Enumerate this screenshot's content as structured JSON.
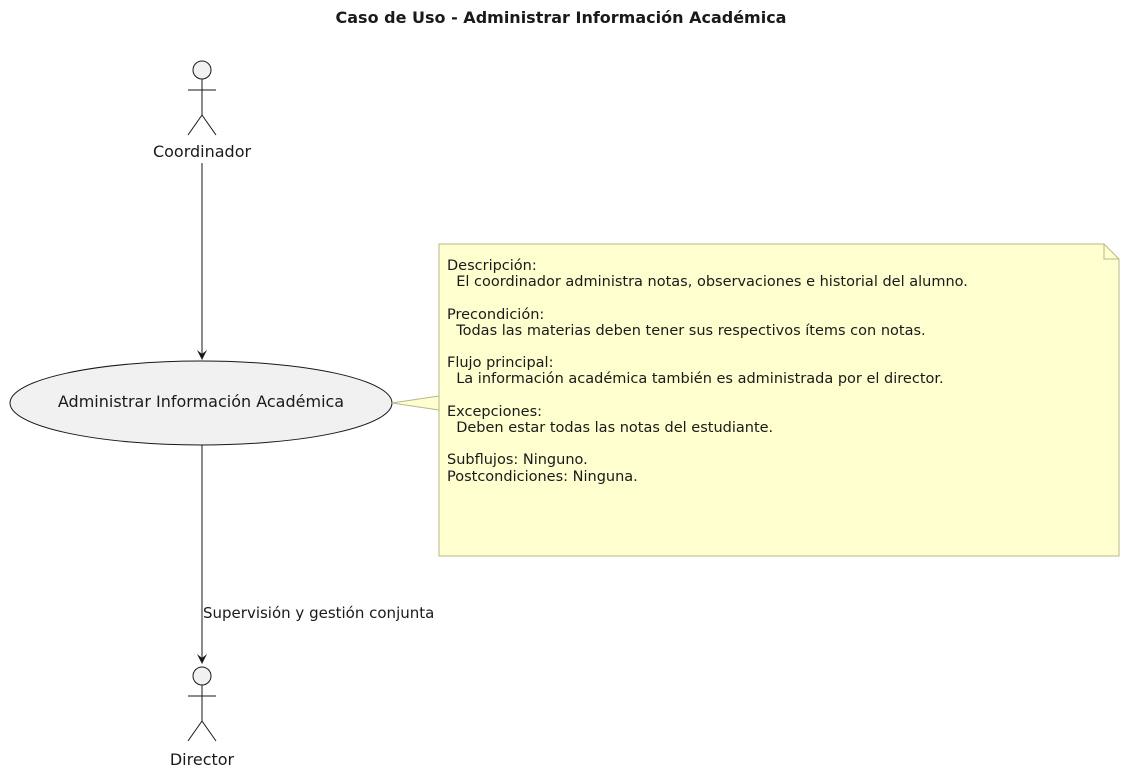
{
  "diagram": {
    "title": "Caso de Uso - Administrar Información Académica",
    "actors": {
      "coordinator": "Coordinador",
      "director": "Director"
    },
    "usecase": "Administrar Información Académica",
    "edge_label": "Supervisión y gestión conjunta",
    "note": {
      "text": "Descripción:\n  El coordinador administra notas, observaciones e historial del alumno.\n\nPrecondición:\n  Todas las materias deben tener sus respectivos ítems con notas.\n\nFlujo principal:\n  La información académica también es administrada por el director.\n\nExcepciones:\n  Deben estar todas las notas del estudiante.\n\nSubflujos: Ninguno.\nPostcondiciones: Ninguna."
    }
  },
  "colors": {
    "actor_fill": "#f1f1f1",
    "usecase_fill": "#f1f1f1",
    "note_fill": "#fefece",
    "note_border": "#b8b88a",
    "line": "#181818"
  }
}
